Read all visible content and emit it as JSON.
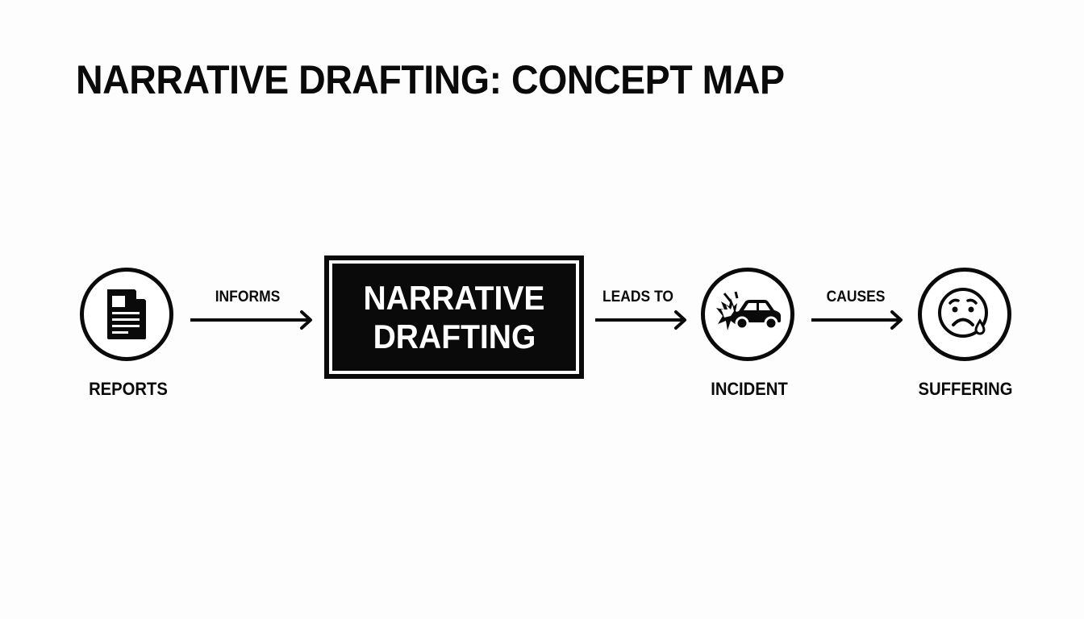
{
  "title": "NARRATIVE DRAFTING: CONCEPT MAP",
  "colors": {
    "ink": "#0a0a0a",
    "background": "#fdfdfd",
    "central_text": "#ffffff"
  },
  "nodes": [
    {
      "id": "reports",
      "label": "REPORTS",
      "icon": "document-icon"
    },
    {
      "id": "narrative",
      "label_line1": "NARRATIVE",
      "label_line2": "DRAFTING"
    },
    {
      "id": "incident",
      "label": "INCIDENT",
      "icon": "car-crash-icon"
    },
    {
      "id": "suffering",
      "label": "SUFFERING",
      "icon": "sad-face-icon"
    }
  ],
  "edges": [
    {
      "from": "reports",
      "to": "narrative",
      "label": "INFORMS"
    },
    {
      "from": "narrative",
      "to": "incident",
      "label": "LEADS TO"
    },
    {
      "from": "incident",
      "to": "suffering",
      "label": "CAUSES"
    }
  ]
}
